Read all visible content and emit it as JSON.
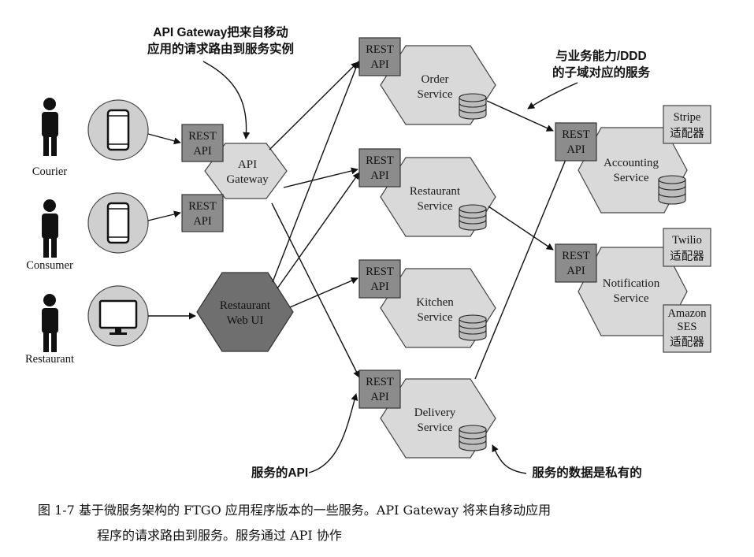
{
  "annotations": {
    "gateway_note": [
      "API Gateway把来自移动",
      "应用的请求路由到服务实例"
    ],
    "ddd_note": [
      "与业务能力/DDD",
      "的子域对应的服务"
    ],
    "service_api_note": "服务的API",
    "private_data_note": "服务的数据是私有的"
  },
  "actors": {
    "courier": "Courier",
    "consumer": "Consumer",
    "restaurant": "Restaurant"
  },
  "api_label": [
    "REST",
    "API"
  ],
  "gateway": [
    "API",
    "Gateway"
  ],
  "web_ui": [
    "Restaurant",
    "Web UI"
  ],
  "services": {
    "order": [
      "Order",
      "Service"
    ],
    "restaurant": [
      "Restaurant",
      "Service"
    ],
    "kitchen": [
      "Kitchen",
      "Service"
    ],
    "delivery": [
      "Delivery",
      "Service"
    ],
    "accounting": [
      "Accounting",
      "Service"
    ],
    "notification": [
      "Notification",
      "Service"
    ]
  },
  "adapters": {
    "stripe": [
      "Stripe",
      "适配器"
    ],
    "twilio": [
      "Twilio",
      "适配器"
    ],
    "amazon_ses": [
      "Amazon",
      "SES",
      "适配器"
    ]
  },
  "caption": {
    "line1": "图 1-7   基于微服务架构的 FTGO 应用程序版本的一些服务。API Gateway 将来自移动应用",
    "line2": "程序的请求路由到服务。服务通过 API 协作"
  }
}
